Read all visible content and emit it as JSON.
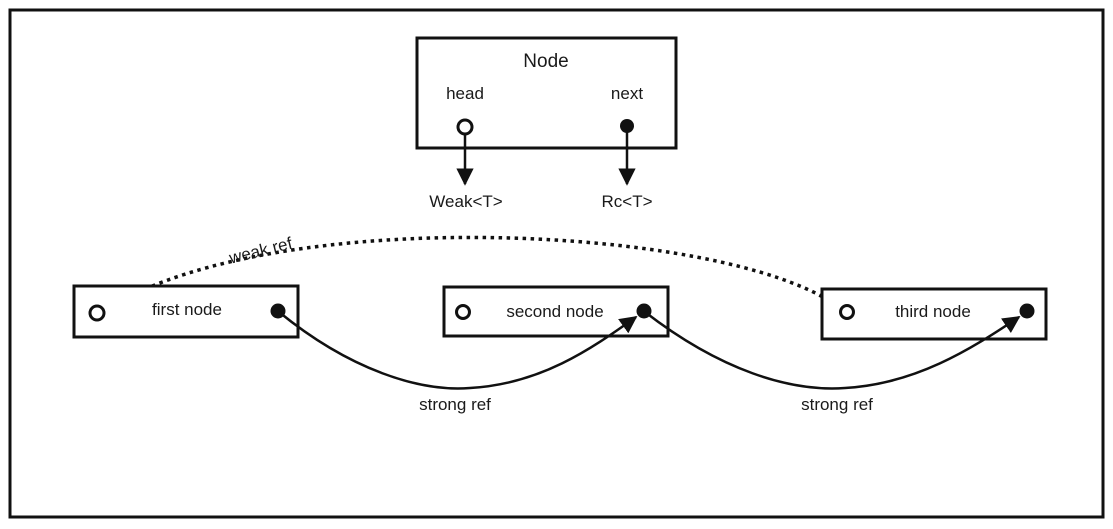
{
  "diagram": {
    "type_box": {
      "title": "Node",
      "fields": [
        {
          "name": "head",
          "marker": "open-circle",
          "points_to": "Weak<T>"
        },
        {
          "name": "next",
          "marker": "filled-circle",
          "points_to": "Rc<T>"
        }
      ]
    },
    "nodes": [
      {
        "id": "first",
        "label": "first node"
      },
      {
        "id": "second",
        "label": "second node"
      },
      {
        "id": "third",
        "label": "third node"
      }
    ],
    "edges": [
      {
        "from": "first",
        "to": "second",
        "label": "strong ref",
        "style": "solid"
      },
      {
        "from": "second",
        "to": "third",
        "label": "strong ref",
        "style": "dotted-false"
      },
      {
        "from": "third",
        "to": "first",
        "label": "weak ref",
        "style": "dotted"
      }
    ],
    "colors": {
      "stroke": "#111111",
      "background": "#ffffff",
      "text": "#1a1a1a"
    }
  }
}
